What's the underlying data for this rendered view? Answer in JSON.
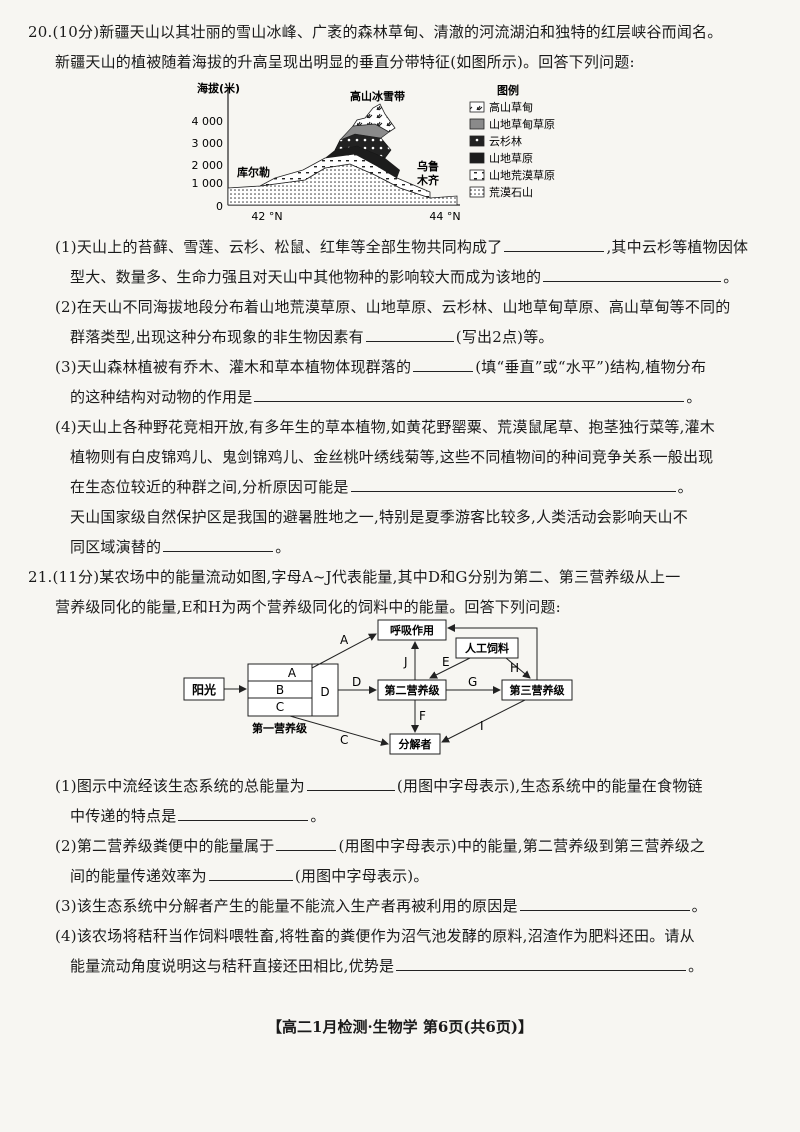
{
  "q20": {
    "intro1": "20.(10分)新疆天山以其壮丽的雪山冰峰、广袤的森林草甸、清澈的河流湖泊和独特的红层峡谷而闻名。",
    "intro2": "新疆天山的植被随着海拔的升高呈现出明显的垂直分带特征(如图所示)。回答下列问题:",
    "figure": {
      "ylabel": "海拔(米)",
      "yticks": [
        "4 000",
        "3 000",
        "2 000",
        "1 000",
        "0"
      ],
      "xticks": [
        "42 °N",
        "44 °N"
      ],
      "peak_label": "高山冰雪带",
      "left_place": "库尔勒",
      "right_place_1": "乌鲁",
      "right_place_2": "木齐",
      "legend_title": "图例",
      "legend": [
        "高山草甸",
        "山地草甸草原",
        "云杉林",
        "山地草原",
        "山地荒漠草原",
        "荒漠石山"
      ]
    },
    "p1a": "(1)天山上的苔藓、雪莲、云杉、松鼠、红隼等全部生物共同构成了",
    "p1b": ",其中云杉等植物因体",
    "p1c": "型大、数量多、生命力强且对天山中其他物种的影响较大而成为该地的",
    "p1d": "。",
    "p2a": "(2)在天山不同海拔地段分布着山地荒漠草原、山地草原、云杉林、山地草甸草原、高山草甸等不同的",
    "p2b": "群落类型,出现这种分布现象的非生物因素有",
    "p2c": "(写出2点)等。",
    "p3a": "(3)天山森林植被有乔木、灌木和草本植物体现群落的",
    "p3b": "(填“垂直”或“水平”)结构,植物分布",
    "p3c": "的这种结构对动物的作用是",
    "p3d": "。",
    "p4a": "(4)天山上各种野花竞相开放,有多年生的草本植物,如黄花野罂粟、荒漠鼠尾草、抱茎独行菜等,灌木",
    "p4b": "植物则有白皮锦鸡儿、鬼剑锦鸡儿、金丝桃叶绣线菊等,这些不同植物间的种间竞争关系一般出现",
    "p4c": "在生态位较近的种群之间,分析原因可能是",
    "p4d": "。",
    "p5a": "天山国家级自然保护区是我国的避暑胜地之一,特别是夏季游客比较多,人类活动会影响天山不",
    "p5b": "同区域演替的",
    "p5c": "。"
  },
  "q21": {
    "intro1": "21.(11分)某农场中的能量流动如图,字母A~J代表能量,其中D和G分别为第二、第三营养级从上一",
    "intro2": "营养级同化的能量,E和H为两个营养级同化的饲料中的能量。回答下列问题:",
    "diagram": {
      "sun": "阳光",
      "first_level": "第一营养级",
      "A": "A",
      "B": "B",
      "C": "C",
      "D": "D",
      "respiration": "呼吸作用",
      "feed": "人工饲料",
      "second": "第二营养级",
      "third": "第三营养级",
      "decomposer": "分解者",
      "E": "E",
      "F": "F",
      "G": "G",
      "H": "H",
      "I": "I",
      "J": "J"
    },
    "p1a": "(1)图示中流经该生态系统的总能量为",
    "p1b": "(用图中字母表示),生态系统中的能量在食物链",
    "p1c": "中传递的特点是",
    "p1d": "。",
    "p2a": "(2)第二营养级粪便中的能量属于",
    "p2b": "(用图中字母表示)中的能量,第二营养级到第三营养级之",
    "p2c": "间的能量传递效率为",
    "p2d": "(用图中字母表示)。",
    "p3a": "(3)该生态系统中分解者产生的能量不能流入生产者再被利用的原因是",
    "p3b": "。",
    "p4a": "(4)该农场将秸秆当作饲料喂牲畜,将牲畜的粪便作为沼气池发酵的原料,沼渣作为肥料还田。请从",
    "p4b": "能量流动角度说明这与秸秆直接还田相比,优势是",
    "p4c": "。"
  },
  "footer": "【高二1月检测·生物学 第6页(共6页)】"
}
